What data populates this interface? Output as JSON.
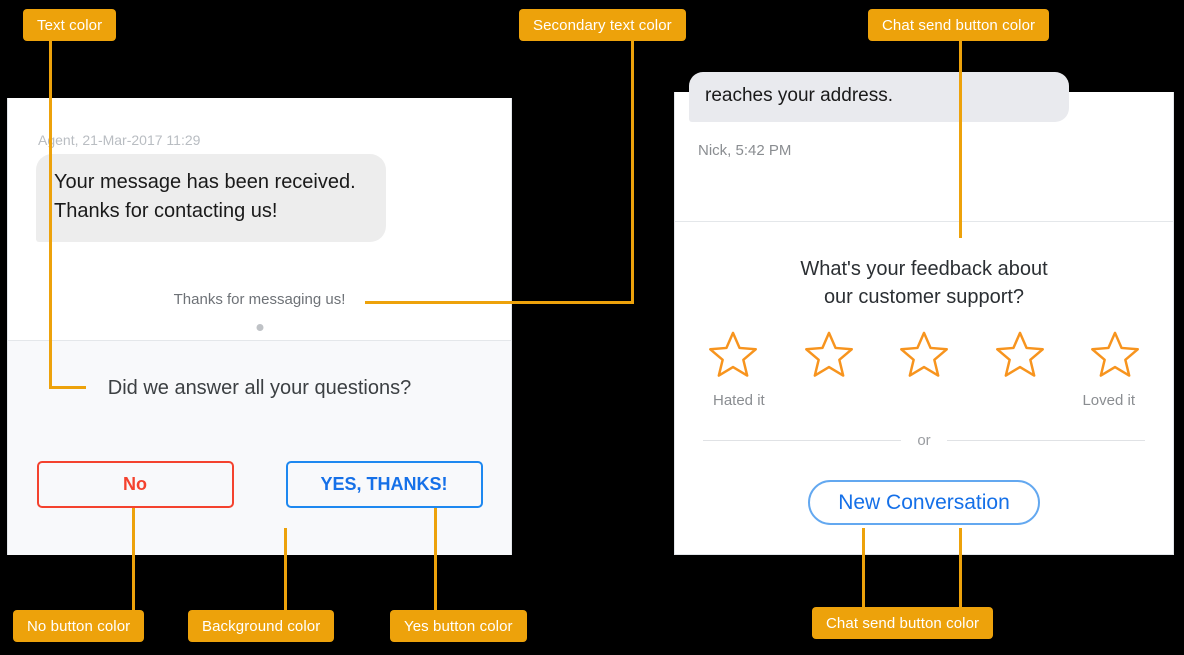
{
  "theme": {
    "annotation_badge_color": "#EDA20B",
    "annotation_badge_text_color": "#FFFFFF",
    "panel_background_color": "#FFFFFF",
    "background_color": "#F8F9FB",
    "text_color": "#3C4043",
    "secondary_text_color": "#6E7277",
    "no_button_color": "#F4422E",
    "yes_button_color": "#1570E8",
    "chat_send_button_color": "#1570E8",
    "star_color": "#F7941E",
    "page_backdrop_color": "#000000"
  },
  "annotations": [
    {
      "id": "text-color-top",
      "label": "Text color"
    },
    {
      "id": "secondary-text-color",
      "label": "Secondary text color"
    },
    {
      "id": "chat-send-button-color-top",
      "label": "Chat send button color"
    },
    {
      "id": "no-button-color",
      "label": "No button color"
    },
    {
      "id": "background-color",
      "label": "Background color"
    },
    {
      "id": "yes-button-color",
      "label": "Yes button color"
    },
    {
      "id": "chat-send-button-color-bottom",
      "label": "Chat send button color"
    }
  ],
  "left_panel": {
    "message": {
      "meta": "Agent, 21-Mar-2017 11:29",
      "body": "Your message has been received. Thanks for contacting us!"
    },
    "system_note": "Thanks for messaging us!",
    "pager_dots": 1,
    "ask": {
      "question": "Did we answer all your questions?",
      "no_label": "No",
      "yes_label": "YES, THANKS!"
    }
  },
  "right_panel": {
    "message": {
      "body": "reaches your address.",
      "meta": "Nick, 5:42 PM"
    },
    "feedback": {
      "title_line1": "What's your feedback about",
      "title_line2": "our customer support?",
      "stars": [
        {
          "index": 1,
          "filled": false
        },
        {
          "index": 2,
          "filled": false
        },
        {
          "index": 3,
          "filled": false
        },
        {
          "index": 4,
          "filled": false
        },
        {
          "index": 5,
          "filled": false
        }
      ],
      "low_label": "Hated it",
      "high_label": "Loved it",
      "or_label": "or",
      "new_conversation_label": "New Conversation"
    }
  }
}
